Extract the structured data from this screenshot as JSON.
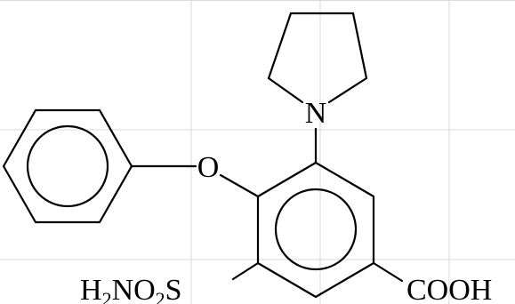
{
  "molecule": {
    "labels": {
      "pyrrolidine_nitrogen": "N",
      "ether_oxygen": "O",
      "carboxyl": "COOH",
      "sulfonamide": {
        "h": "H",
        "h_count": "2",
        "no": "NO",
        "o_count": "2",
        "s": "S"
      }
    }
  },
  "colors": {
    "background": "#ffffff",
    "grid": "#d9d9d9",
    "ink": "#000000"
  }
}
